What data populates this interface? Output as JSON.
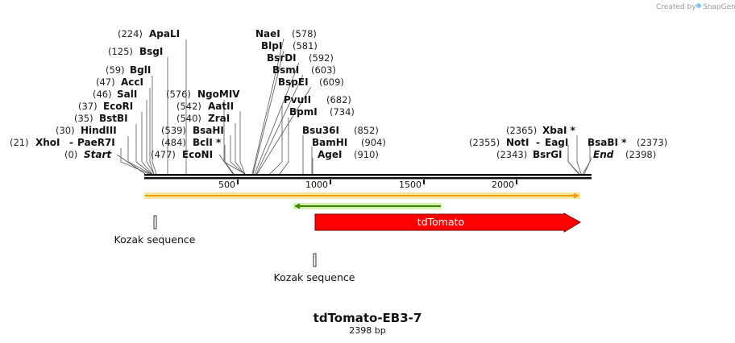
{
  "watermark": {
    "text": "Created by",
    "brand": "SnapGene"
  },
  "sequence": {
    "name": "tdTomato-EB3-7",
    "length_label": "2398 bp",
    "length": 2398
  },
  "ruler_ticks": [
    "500",
    "1000",
    "1500",
    "2000"
  ],
  "sites": [
    {
      "num": "(224)",
      "name": "ApaLI"
    },
    {
      "num": "(125)",
      "name": "BsgI"
    },
    {
      "num": "(59)",
      "name": "BglI"
    },
    {
      "num": "(47)",
      "name": "AccI"
    },
    {
      "num": "(46)",
      "name": "SalI"
    },
    {
      "num": "(37)",
      "name": "EcoRI"
    },
    {
      "num": "(35)",
      "name": "BstBI"
    },
    {
      "num": "(30)",
      "name": "HindIII"
    },
    {
      "num": "(21)",
      "name": "XhoI",
      "extra": "PaeR7I"
    },
    {
      "num": "(0)",
      "name": "Start",
      "italic": true
    },
    {
      "num": "(576)",
      "name": "NgoMIV"
    },
    {
      "num": "(542)",
      "name": "AatII"
    },
    {
      "num": "(540)",
      "name": "ZraI"
    },
    {
      "num": "(539)",
      "name": "BsaHI"
    },
    {
      "num": "(484)",
      "name": "BclI *"
    },
    {
      "num": "(477)",
      "name": "EcoNI"
    },
    {
      "num": "(578)",
      "name": "NaeI"
    },
    {
      "num": "(581)",
      "name": "BlpI"
    },
    {
      "num": "(592)",
      "name": "BsrDI"
    },
    {
      "num": "(603)",
      "name": "BsmI"
    },
    {
      "num": "(609)",
      "name": "BspEI"
    },
    {
      "num": "(682)",
      "name": "PvuII"
    },
    {
      "num": "(734)",
      "name": "BpmI"
    },
    {
      "num": "(852)",
      "name": "Bsu36I"
    },
    {
      "num": "(904)",
      "name": "BamHI"
    },
    {
      "num": "(910)",
      "name": "AgeI"
    },
    {
      "num": "(2365)",
      "name": "XbaI *"
    },
    {
      "num": "(2355)",
      "name": "NotI",
      "extra": "EagI"
    },
    {
      "num": "(2343)",
      "name": "BsrGI"
    },
    {
      "num": "(2373)",
      "name": "BsaBI *"
    },
    {
      "num": "(2398)",
      "name": "End",
      "italic": true
    }
  ],
  "features": [
    {
      "name": "Kozak sequence"
    },
    {
      "name": "Kozak sequence"
    },
    {
      "name": "tdTomato"
    }
  ],
  "colors": {
    "tdTomato": "#ff0000",
    "orf_full": "#f0a000",
    "orf_full_glow": "#f6e6a0",
    "orf_rev": "#3a8a00",
    "orf_rev_glow": "#d8f0b0"
  }
}
